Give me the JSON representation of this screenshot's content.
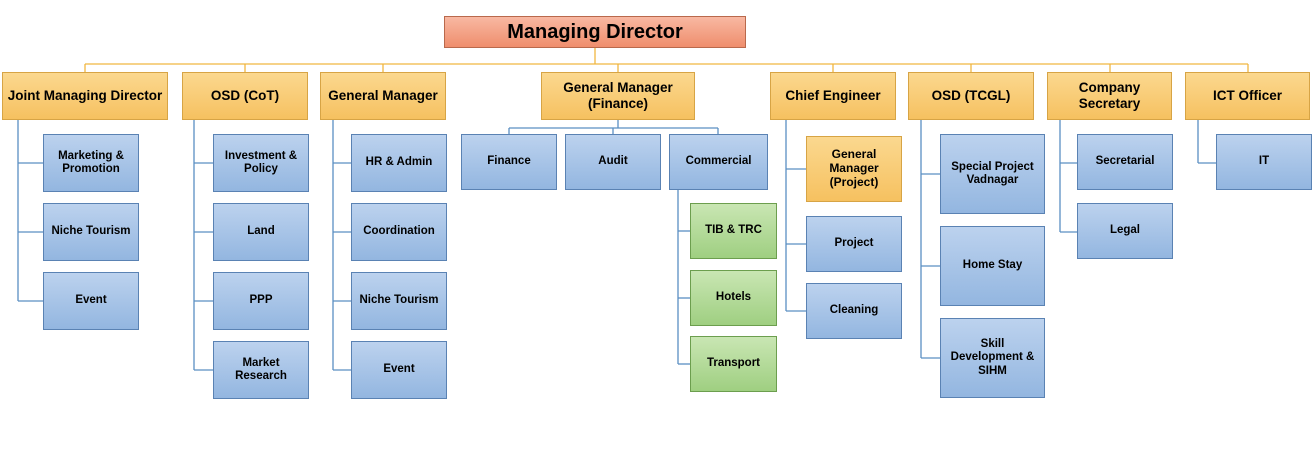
{
  "chart": {
    "root": "Managing Director",
    "branches": [
      {
        "label": "Joint Managing Director",
        "children": [
          "Marketing & Promotion",
          "Niche Tourism",
          "Event"
        ]
      },
      {
        "label": "OSD (CoT)",
        "children": [
          "Investment & Policy",
          "Land",
          "PPP",
          "Market Research"
        ]
      },
      {
        "label": "General Manager",
        "children": [
          "HR & Admin",
          "Coordination",
          "Niche Tourism",
          "Event"
        ]
      },
      {
        "label": "General Manager (Finance)",
        "children": [
          "Finance",
          "Audit",
          "Commercial"
        ],
        "sub_children": [
          "TIB & TRC",
          "Hotels",
          "Transport"
        ]
      },
      {
        "label": "Chief Engineer",
        "children": [
          "General Manager (Project)",
          "Project",
          "Cleaning"
        ]
      },
      {
        "label": "OSD (TCGL)",
        "children": [
          "Special Project Vadnagar",
          "Home Stay",
          "Skill Development & SIHM"
        ]
      },
      {
        "label": "Company Secretary",
        "children": [
          "Secretarial",
          "Legal"
        ]
      },
      {
        "label": "ICT Officer",
        "children": [
          "IT"
        ]
      }
    ]
  },
  "colors": {
    "root_fill": "#f4a385",
    "head_fill": "#f9cd78",
    "child_fill": "#a6c3e7",
    "sub_fill": "#b3dc99",
    "line_orange": "#f0b640",
    "line_blue": "#5b8fc2"
  }
}
